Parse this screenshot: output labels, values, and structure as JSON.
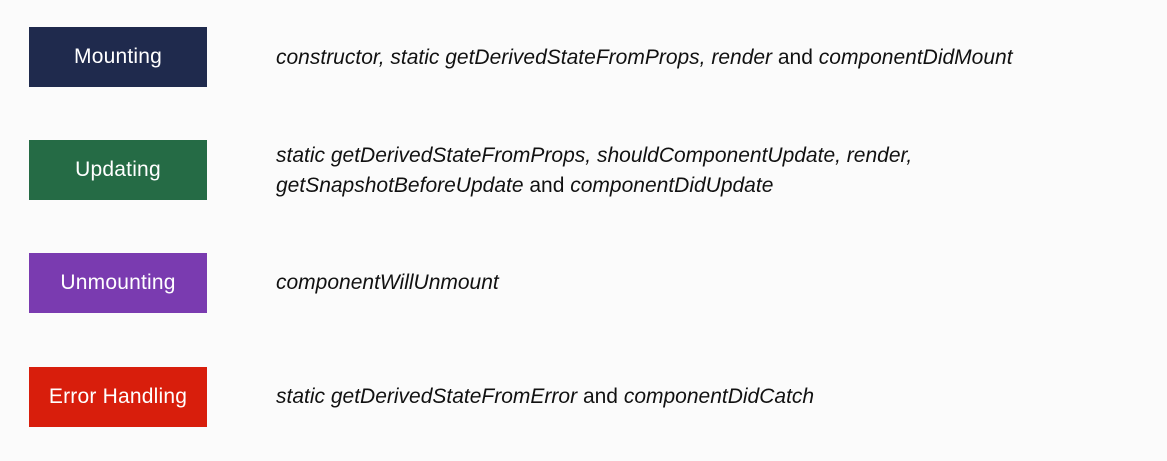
{
  "phases": [
    {
      "label": "Mounting",
      "color": "#1f2a4d",
      "lines": [
        [
          {
            "text": "constructor, static getDerivedStateFromProps, render",
            "italic": true
          },
          {
            "text": " and ",
            "italic": false
          },
          {
            "text": "componentDidMount",
            "italic": true
          }
        ]
      ]
    },
    {
      "label": "Updating",
      "color": "#256b45",
      "lines": [
        [
          {
            "text": "static getDerivedStateFromProps, shouldComponentUpdate, render,",
            "italic": true
          }
        ],
        [
          {
            "text": "getSnapshotBeforeUpdate",
            "italic": true
          },
          {
            "text": " and ",
            "italic": false
          },
          {
            "text": "componentDidUpdate",
            "italic": true
          }
        ]
      ]
    },
    {
      "label": "Unmounting",
      "color": "#7a3bb0",
      "lines": [
        [
          {
            "text": "componentWillUnmount",
            "italic": true
          }
        ]
      ]
    },
    {
      "label": "Error Handling",
      "color": "#d81e0c",
      "lines": [
        [
          {
            "text": "static getDerivedStateFromError",
            "italic": true
          },
          {
            "text": " and ",
            "italic": false
          },
          {
            "text": "componentDidCatch",
            "italic": true
          }
        ]
      ]
    }
  ]
}
